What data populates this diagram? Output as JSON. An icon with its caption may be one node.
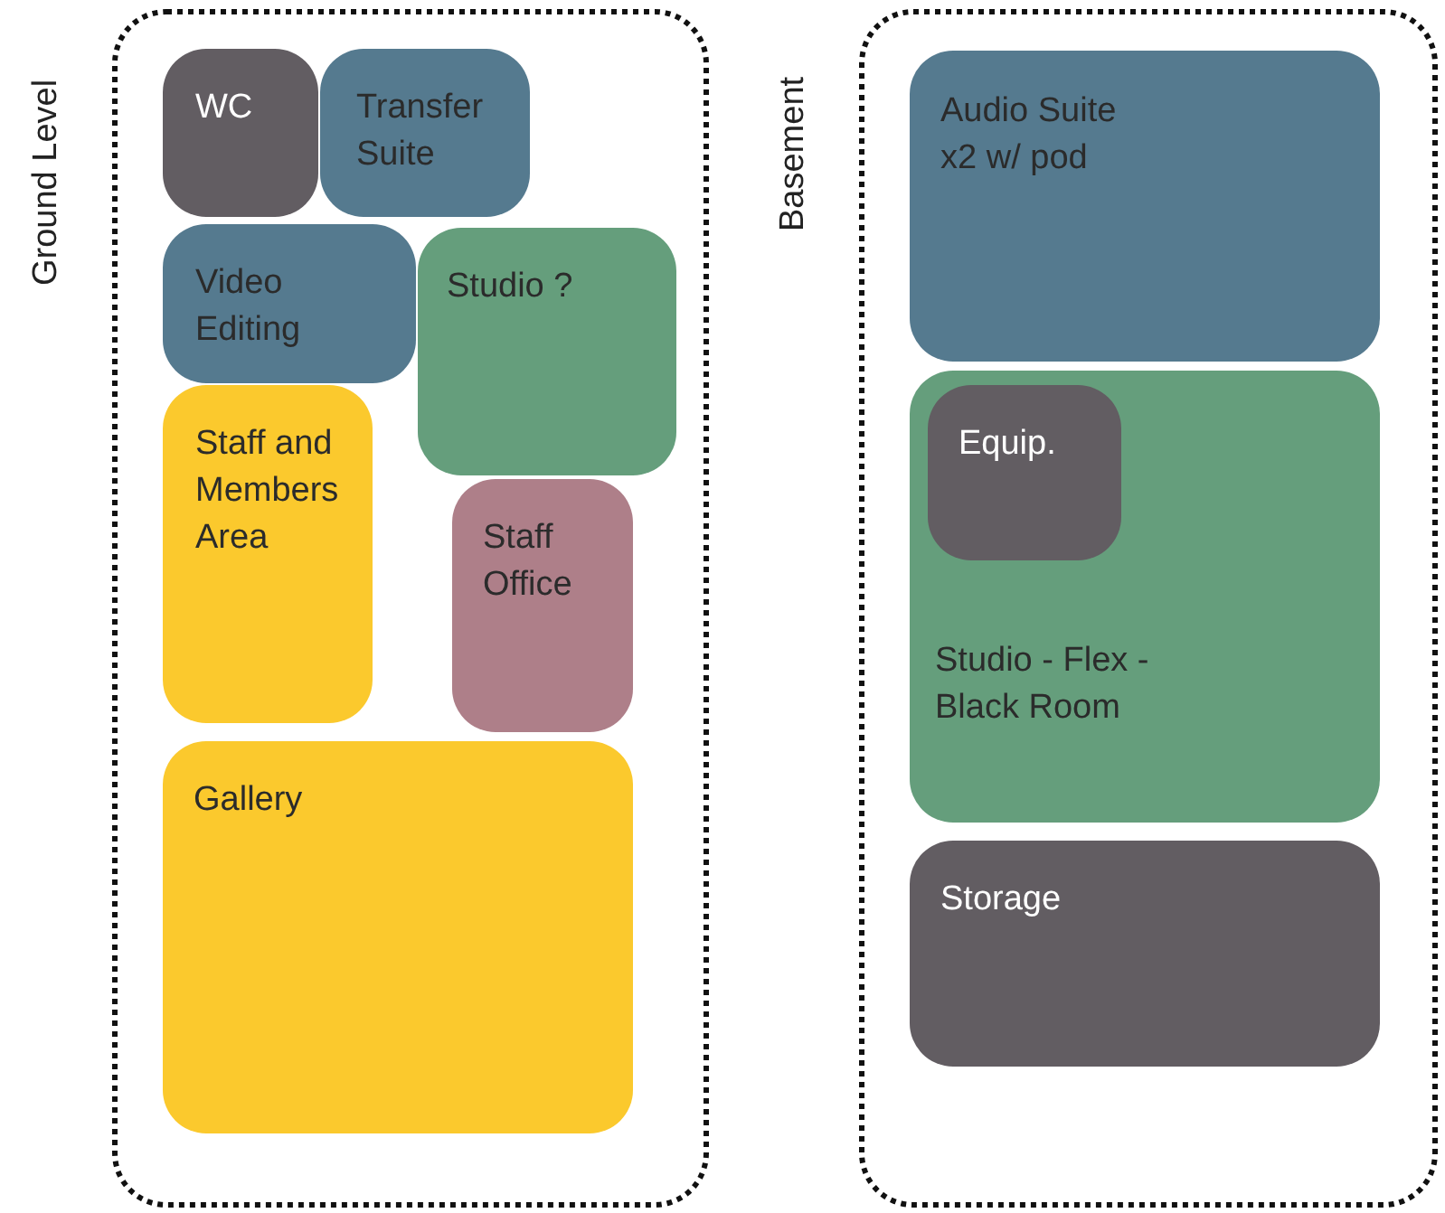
{
  "diagram": {
    "nodes": [
      {
        "text": [
          "Ground Level"
        ]
      },
      {
        "text": [
          "WC"
        ],
        "in": 0
      },
      {
        "text": [
          "Transfer Suite"
        ],
        "in": 0
      },
      {
        "text": [
          "Video Editing"
        ],
        "in": 0
      },
      {
        "text": [
          "Studio ?"
        ],
        "in": 0
      },
      {
        "text": [
          "Staff and Members Area"
        ],
        "in": 0
      },
      {
        "text": [
          "Staff Office"
        ],
        "in": 0
      },
      {
        "text": [
          "Gallery"
        ],
        "in": 0
      },
      {
        "text": [
          "Basement"
        ]
      },
      {
        "text": [
          "Audio Suite x2 w/ pod"
        ],
        "in": 8
      },
      {
        "text": [
          "Studio - Flex - Black Room"
        ],
        "in": 8
      },
      {
        "text": [
          "Equip."
        ],
        "in": 10
      },
      {
        "text": [
          "Storage"
        ],
        "in": 8
      }
    ]
  }
}
